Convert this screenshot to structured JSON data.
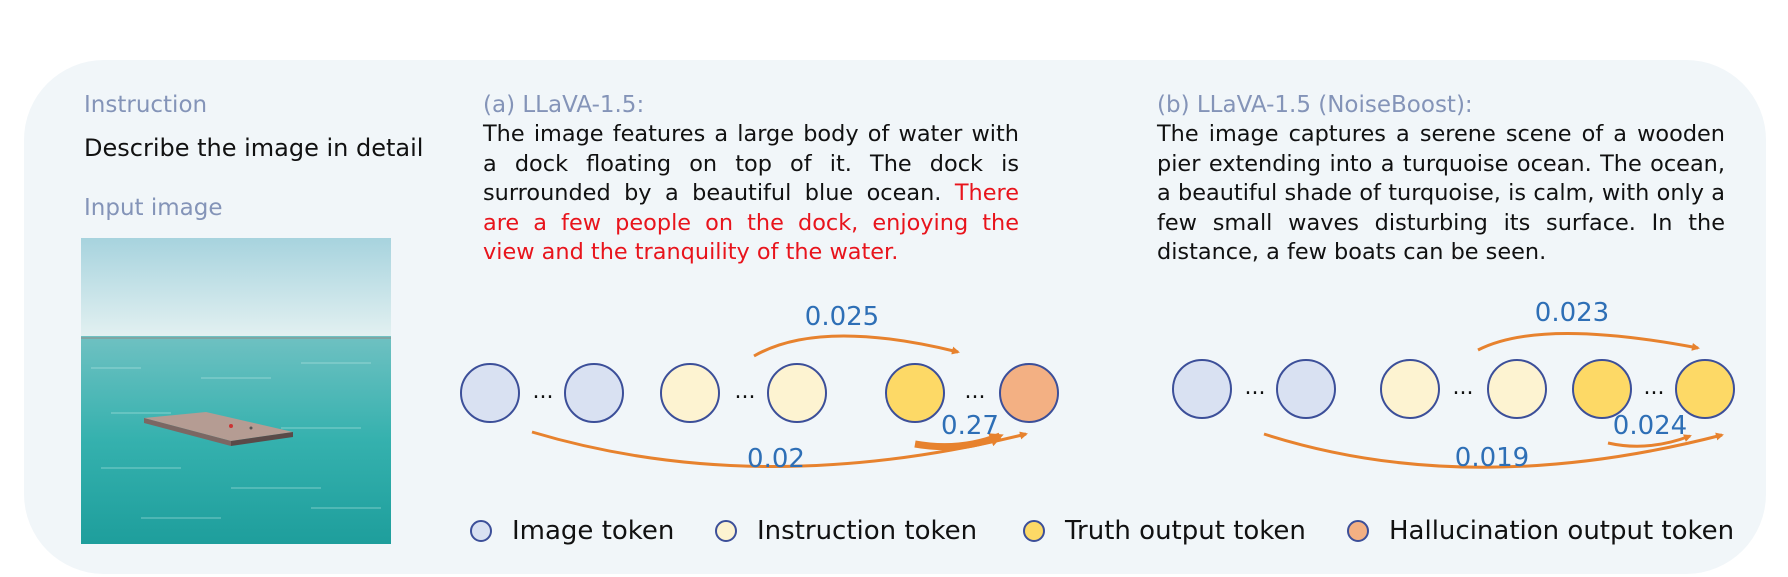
{
  "instruction": {
    "heading": "Instruction",
    "text": "Describe the image in detail",
    "image_heading": "Input image"
  },
  "panel_a": {
    "heading": "(a) LLaVA-1.5:",
    "text_normal": "The image features a large body of water with a dock floating on top of it. The dock is surrounded by a beautiful blue ocean. ",
    "text_hallucinated": "There are a few people on the dock, enjoying the view and the tranquility of the water.",
    "arrows": {
      "truth_to_hallucination": "0.27",
      "instruction_to_hallucination": "0.025",
      "image_to_hallucination": "0.02"
    },
    "ellipsis": "..."
  },
  "panel_b": {
    "heading": "(b) LLaVA-1.5 (NoiseBoost):",
    "text": "The image captures a serene scene of a wooden pier extending into a turquoise ocean. The ocean, a beautiful shade of turquoise, is calm, with only a few small waves disturbing its surface. In the distance, a few boats can be seen.",
    "arrows": {
      "truth_to_truth": "0.024",
      "instruction_to_truth": "0.023",
      "image_to_truth": "0.019"
    },
    "ellipsis": "..."
  },
  "legend": [
    {
      "label": "Image token",
      "color": "#d9e1f2"
    },
    {
      "label": "Instruction token",
      "color": "#fdf3d1"
    },
    {
      "label": "Truth output token",
      "color": "#fdd966"
    },
    {
      "label": "Hallucination output token",
      "color": "#f3b083"
    }
  ],
  "colors": {
    "node_stroke": "#3c4f99",
    "arrow": "#e7822e",
    "number": "#2e6fb6",
    "hallucination_text": "#e8141c",
    "heading": "#8494b8"
  }
}
